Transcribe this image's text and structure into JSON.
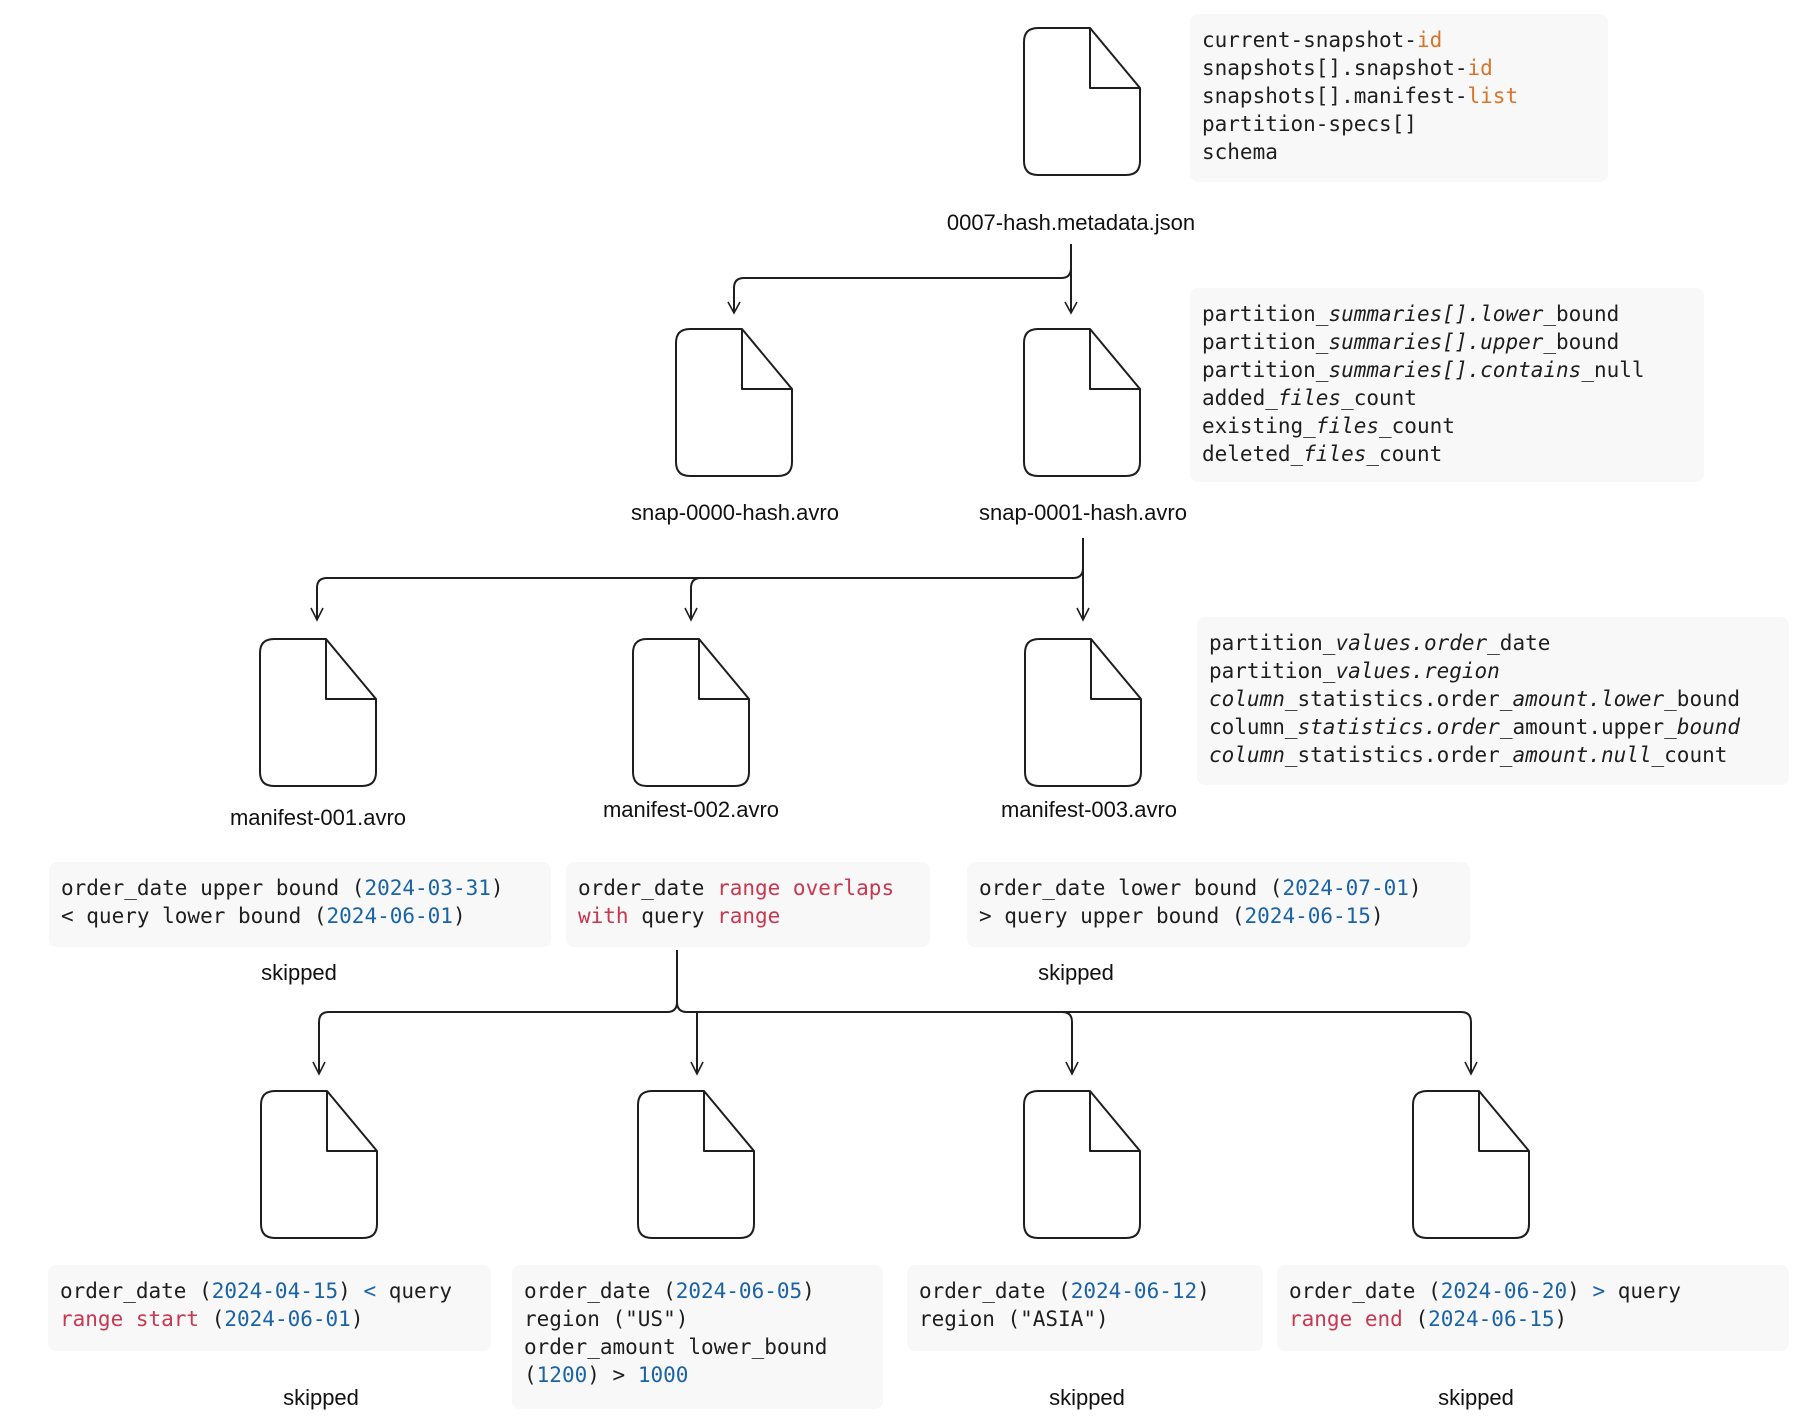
{
  "colors": {
    "field_highlight": "#d8742a",
    "value_blue": "#1a63a6",
    "keyword_red": "#c8374f",
    "box_background": "#f8f8f8"
  },
  "files": {
    "metadata": "0007-hash.metadata.json",
    "snapshots": [
      "snap-0000-hash.avro",
      "snap-0001-hash.avro"
    ],
    "manifests": [
      "manifest-001.avro",
      "manifest-002.avro",
      "manifest-003.avro"
    ],
    "data_files_count": 4
  },
  "info_boxes": {
    "metadata_fields": [
      [
        {
          "t": "current-snapshot-",
          "s": "plain"
        },
        {
          "t": "id",
          "s": "orange"
        }
      ],
      [
        {
          "t": "snapshots[].snapshot-",
          "s": "plain"
        },
        {
          "t": "id",
          "s": "orange"
        }
      ],
      [
        {
          "t": "snapshots[].manifest-",
          "s": "plain"
        },
        {
          "t": "list",
          "s": "orange"
        }
      ],
      [
        {
          "t": "partition-specs[]",
          "s": "plain"
        }
      ],
      [
        {
          "t": "schema",
          "s": "plain"
        }
      ]
    ],
    "manifest_list_fields": [
      [
        {
          "t": "partition_",
          "s": "plain"
        },
        {
          "t": "summaries[].lower",
          "s": "italic"
        },
        {
          "t": "_bound",
          "s": "plain"
        }
      ],
      [
        {
          "t": "partition_",
          "s": "plain"
        },
        {
          "t": "summaries[].upper",
          "s": "italic"
        },
        {
          "t": "_bound",
          "s": "plain"
        }
      ],
      [
        {
          "t": "partition_",
          "s": "plain"
        },
        {
          "t": "summaries[].contains",
          "s": "italic"
        },
        {
          "t": "_null",
          "s": "plain"
        }
      ],
      [
        {
          "t": "added_",
          "s": "plain"
        },
        {
          "t": "files",
          "s": "italic"
        },
        {
          "t": "_count",
          "s": "plain"
        }
      ],
      [
        {
          "t": "existing_",
          "s": "plain"
        },
        {
          "t": "files",
          "s": "italic"
        },
        {
          "t": "_count",
          "s": "plain"
        }
      ],
      [
        {
          "t": "deleted_",
          "s": "plain"
        },
        {
          "t": "files",
          "s": "italic"
        },
        {
          "t": "_count",
          "s": "plain"
        }
      ]
    ],
    "manifest_fields": [
      [
        {
          "t": "partition_",
          "s": "plain"
        },
        {
          "t": "values.order",
          "s": "italic"
        },
        {
          "t": "_date",
          "s": "plain"
        }
      ],
      [
        {
          "t": "partition_",
          "s": "plain"
        },
        {
          "t": "values.region",
          "s": "italic"
        }
      ],
      [
        {
          "t": "column",
          "s": "italic"
        },
        {
          "t": "_statistics.order_",
          "s": "plain"
        },
        {
          "t": "amount.lower",
          "s": "italic"
        },
        {
          "t": "_bound",
          "s": "plain"
        }
      ],
      [
        {
          "t": "column_",
          "s": "plain"
        },
        {
          "t": "statistics.order",
          "s": "italic"
        },
        {
          "t": "_amount.upper_",
          "s": "plain"
        },
        {
          "t": "bound",
          "s": "italic"
        }
      ],
      [
        {
          "t": "column",
          "s": "italic"
        },
        {
          "t": "_statistics.order_",
          "s": "plain"
        },
        {
          "t": "amount.null",
          "s": "italic"
        },
        {
          "t": "_count",
          "s": "plain"
        }
      ]
    ]
  },
  "manifest_conditions": [
    [
      [
        {
          "t": "order_date upper bound (",
          "s": "plain"
        },
        {
          "t": "2024-03-31",
          "s": "blue"
        },
        {
          "t": ")",
          "s": "plain"
        }
      ],
      [
        {
          "t": "< query lower bound (",
          "s": "plain"
        },
        {
          "t": "2024-06-01",
          "s": "blue"
        },
        {
          "t": ")",
          "s": "plain"
        }
      ]
    ],
    [
      [
        {
          "t": "order_date ",
          "s": "plain"
        },
        {
          "t": "range overlaps",
          "s": "red"
        }
      ],
      [
        {
          "t": "with",
          "s": "red"
        },
        {
          "t": " query ",
          "s": "plain"
        },
        {
          "t": "range",
          "s": "red"
        }
      ]
    ],
    [
      [
        {
          "t": "order_date lower bound (",
          "s": "plain"
        },
        {
          "t": "2024-07-01",
          "s": "blue"
        },
        {
          "t": ")",
          "s": "plain"
        }
      ],
      [
        {
          "t": "> query upper bound (",
          "s": "plain"
        },
        {
          "t": "2024-06-15",
          "s": "blue"
        },
        {
          "t": ")",
          "s": "plain"
        }
      ]
    ]
  ],
  "data_file_conditions": [
    [
      [
        {
          "t": "order_date (",
          "s": "plain"
        },
        {
          "t": "2024-04-15",
          "s": "blue"
        },
        {
          "t": ") ",
          "s": "plain"
        },
        {
          "t": "<",
          "s": "blue"
        },
        {
          "t": " query",
          "s": "plain"
        }
      ],
      [
        {
          "t": "range start",
          "s": "red"
        },
        {
          "t": " (",
          "s": "plain"
        },
        {
          "t": "2024-06-01",
          "s": "blue"
        },
        {
          "t": ")",
          "s": "plain"
        }
      ]
    ],
    [
      [
        {
          "t": "order_date (",
          "s": "plain"
        },
        {
          "t": "2024-06-05",
          "s": "blue"
        },
        {
          "t": ")",
          "s": "plain"
        }
      ],
      [
        {
          "t": "region (\"US\")",
          "s": "plain"
        }
      ],
      [
        {
          "t": "order_amount lower_bound",
          "s": "plain"
        }
      ],
      [
        {
          "t": "(",
          "s": "plain"
        },
        {
          "t": "1200",
          "s": "blue"
        },
        {
          "t": ") > ",
          "s": "plain"
        },
        {
          "t": "1000",
          "s": "blue"
        }
      ]
    ],
    [
      [
        {
          "t": "order_date (",
          "s": "plain"
        },
        {
          "t": "2024-06-12",
          "s": "blue"
        },
        {
          "t": ")",
          "s": "plain"
        }
      ],
      [
        {
          "t": "region (\"ASIA\")",
          "s": "plain"
        }
      ]
    ],
    [
      [
        {
          "t": "order_date (",
          "s": "plain"
        },
        {
          "t": "2024-06-20",
          "s": "blue"
        },
        {
          "t": ") ",
          "s": "plain"
        },
        {
          "t": ">",
          "s": "blue"
        },
        {
          "t": " query",
          "s": "plain"
        }
      ],
      [
        {
          "t": "range end",
          "s": "red"
        },
        {
          "t": " (",
          "s": "plain"
        },
        {
          "t": "2024-06-15",
          "s": "blue"
        },
        {
          "t": ")",
          "s": "plain"
        }
      ]
    ]
  ],
  "status_labels": {
    "manifest_001": "skipped",
    "manifest_003": "skipped",
    "data_file_1": "skipped",
    "data_file_3": "skipped",
    "data_file_4": "skipped"
  }
}
